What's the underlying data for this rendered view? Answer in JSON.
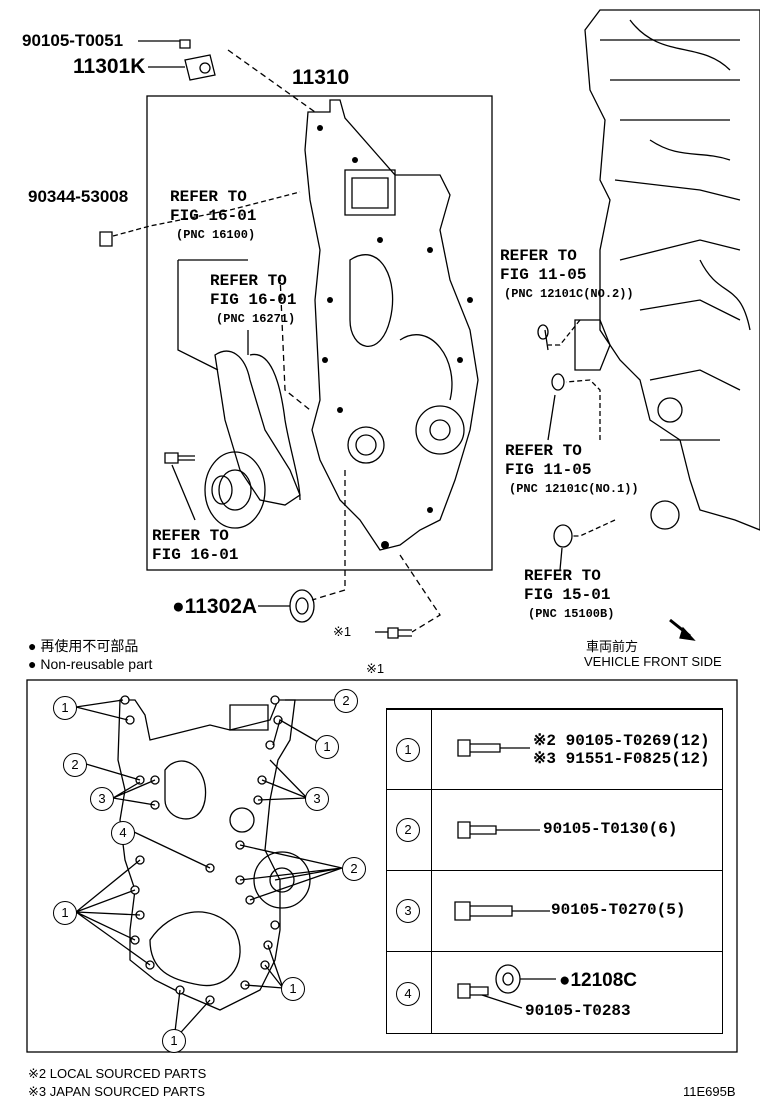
{
  "top_labels": {
    "p90105_T0051": "90105-T0051",
    "p11301K": "11301K",
    "p11310": "11310",
    "p90344_53008": "90344-53008",
    "p11302A": "●11302A",
    "mark1_small": "※1"
  },
  "refs": {
    "r1": {
      "line1": "REFER TO",
      "line2": "FIG 16-01",
      "line3": "(PNC 16100)"
    },
    "r2": {
      "line1": "REFER TO",
      "line2": "FIG 16-01",
      "line3": "(PNC 16271)"
    },
    "r3": {
      "line1": "REFER TO",
      "line2": "FIG 16-01"
    },
    "r4": {
      "line1": "REFER TO",
      "line2": "FIG 11-05",
      "line3": "(PNC 12101C(NO.2))"
    },
    "r5": {
      "line1": "REFER TO",
      "line2": "FIG 11-05",
      "line3": "(PNC 12101C(NO.1))"
    },
    "r6": {
      "line1": "REFER TO",
      "line2": "FIG 15-01",
      "line3": "(PNC 15100B)"
    }
  },
  "legend": {
    "jp": "● 再使用不可部品",
    "en": "● Non-reusable part",
    "vehicle_jp": "車両前方",
    "vehicle_en": "VEHICLE FRONT SIDE",
    "mark1": "※1"
  },
  "callouts": {
    "c1": "1",
    "c2": "2",
    "c3": "3",
    "c4": "4"
  },
  "table": {
    "rows": [
      {
        "num": "1",
        "lines": [
          "※2 90105-T0269(12)",
          "※3 91551-F0825(12)"
        ]
      },
      {
        "num": "2",
        "lines": [
          "90105-T0130(6)"
        ]
      },
      {
        "num": "3",
        "lines": [
          "90105-T0270(5)"
        ]
      },
      {
        "num": "4",
        "lines": [
          "●12108C",
          "90105-T0283"
        ]
      }
    ]
  },
  "footer": {
    "note2": "※2 LOCAL SOURCED PARTS",
    "note3": "※3 JAPAN SOURCED PARTS",
    "code": "11E695B"
  }
}
